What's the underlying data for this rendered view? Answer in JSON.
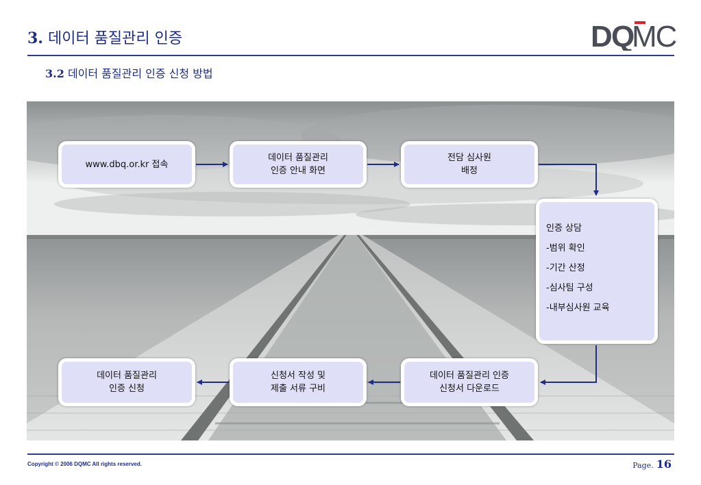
{
  "header": {
    "title_num": "3.",
    "title_text": "데이터 품질관리 인증",
    "subtitle_num": "3.2",
    "subtitle_text": "데이터 품질관리 인증 신청 방법",
    "logo": {
      "text": "DQMC",
      "icon": "dqmc-logo",
      "color_primary": "#4a4d55",
      "color_accent": "#d9232d"
    }
  },
  "flow": {
    "steps": [
      "www.dbq.or.kr 접속",
      "데이터 품질관리\n인증 안내 화면",
      "전담 심사원\n배정",
      "인증 상담\n-범위 확인\n-기간 산정\n-심사팀 구성\n-내부심사원 교육",
      "데이터 품질관리 인증\n신청서 다운로드",
      "신청서 작성 및\n제출 서류 구비",
      "데이터 품질관리\n인증 신청"
    ],
    "background_image": "railway-tracks-photo",
    "arrow_color": "#1f2d86",
    "box_color": "#dfe0f7"
  },
  "footer": {
    "copyright": "Copyright © 2006 DQMC All rights reserved.",
    "page_label": "Page.",
    "page_number": "16"
  }
}
